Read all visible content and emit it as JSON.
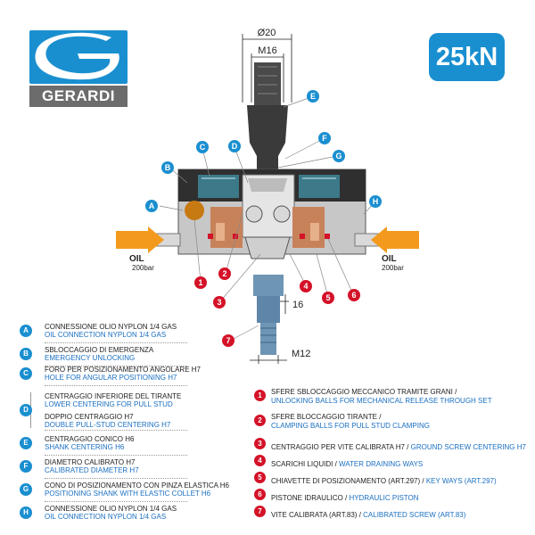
{
  "brand": {
    "name": "GERARDI",
    "logo_letter": "G"
  },
  "force_badge": "25kN",
  "dimensions": {
    "top_diameter": "Ø20",
    "top_thread": "M16",
    "shank": "16",
    "bottom_thread": "M12"
  },
  "oil": {
    "left_label": "OIL",
    "left_pressure": "200bar",
    "right_label": "OIL",
    "right_pressure": "200bar"
  },
  "letter_callouts": [
    "A",
    "B",
    "C",
    "D",
    "E",
    "F",
    "G",
    "H"
  ],
  "number_callouts": [
    "1",
    "2",
    "3",
    "4",
    "5",
    "6",
    "7"
  ],
  "legend_letters": [
    {
      "letter": "A",
      "it": "CONNESSIONE OLIO  NYPLON 1/4 GAS",
      "en": "OIL CONNECTION NYPLON 1/4 GAS"
    },
    {
      "letter": "B",
      "it": "SBLOCCAGGIO DI EMERGENZA",
      "en": "EMERGENCY UNLOCKING"
    },
    {
      "letter": "C",
      "it": "FORO PER POSIZIONAMENTO ANGOLARE H7",
      "en": "HOLE FOR ANGULAR POSITIONING H7"
    },
    {
      "letter": "D",
      "it": "CENTRAGGIO INFERIORE DEL TIRANTE",
      "en": "LOWER CENTERING FOR PULL STUD",
      "it2": "DOPPIO CENTRAGGIO H7",
      "en2": "DOUBLE PULL-STUD CENTERING H7"
    },
    {
      "letter": "E",
      "it": "CENTRAGGIO CONICO H6",
      "en": "SHANK CENTERING H6"
    },
    {
      "letter": "F",
      "it": "DIAMETRO CALIBRATO H7",
      "en": "CALIBRATED DIAMETER H7"
    },
    {
      "letter": "G",
      "it": "CONO DI POSIZIONAMENTO CON PINZA ELASTICA H6",
      "en": "POSITIONING SHANK WITH ELASTIC COLLET H6"
    },
    {
      "letter": "H",
      "it": "CONNESSIONE OLIO  NYPLON 1/4 GAS",
      "en": "OIL CONNECTION NYPLON 1/4 GAS"
    }
  ],
  "legend_numbers": [
    {
      "num": "1",
      "it": "SFERE SBLOCCAGGIO MECCANICO TRAMITE GRANI /",
      "en": "UNLOCKING BALLS FOR MECHANICAL RELEASE THROUGH SET"
    },
    {
      "num": "2",
      "it": "SFERE BLOCCAGGIO TIRANTE /",
      "en": "CLAMPING BALLS FOR PULL STUD CLAMPING"
    },
    {
      "num": "3",
      "it": "CENTRAGGIO PER VITE CALIBRATA H7 / ",
      "en": "GROUND SCREW CENTERING H7"
    },
    {
      "num": "4",
      "it": "SCARICHI LIQUIDI / ",
      "en": "WATER DRAINING WAYS"
    },
    {
      "num": "5",
      "it": "CHIAVETTE DI POSIZIONAMENTO (ART.297) / ",
      "en": "KEY WAYS (ART.297)"
    },
    {
      "num": "6",
      "it": "PISTONE IDRAULICO / ",
      "en": "HYDRAULIC PISTON"
    },
    {
      "num": "7",
      "it": "VITE CALIBRATA (ART.83) / ",
      "en": "CALIBRATED SCREW (ART.83)"
    }
  ],
  "colors": {
    "brand_blue": "#1a8fd0",
    "callout_red": "#d41228",
    "text_blue": "#1a6fc0",
    "oil_orange": "#f39a1e",
    "body_gray": "#b9b9b9",
    "dark_part": "#3a3a3a",
    "shank_blue": "#6f95b5",
    "piston_brown": "#c8825a"
  }
}
